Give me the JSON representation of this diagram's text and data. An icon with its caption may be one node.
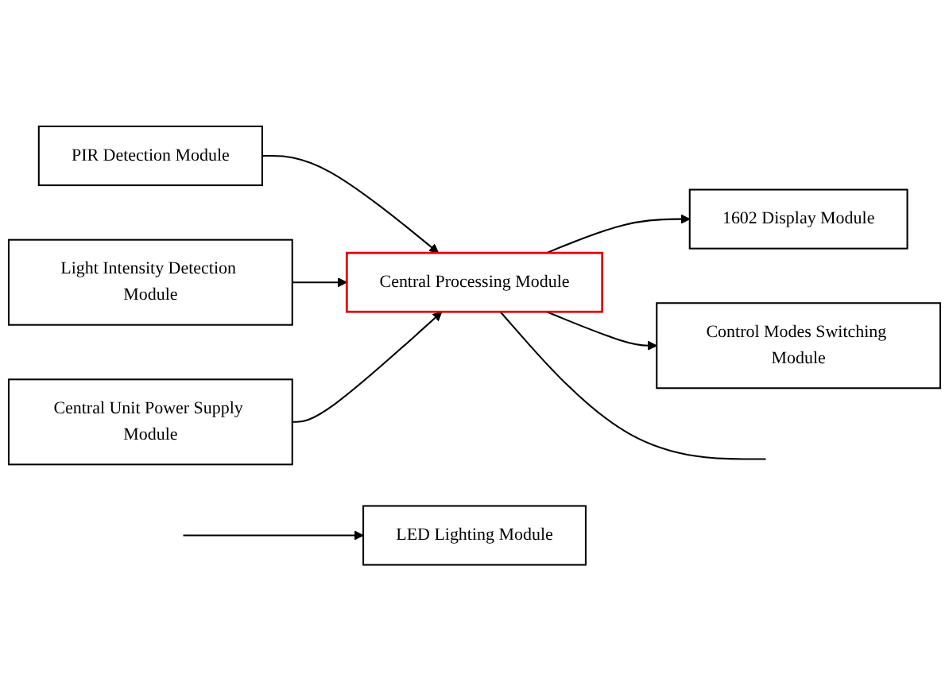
{
  "diagram": {
    "nodes": [
      {
        "text": [
          "1602 Display Module"
        ]
      },
      {
        "text": [
          "PIR Detection Module"
        ]
      },
      {
        "text": [
          "Light Intensity Detection Module"
        ]
      },
      {
        "text": [
          "Central Processing Module"
        ]
      },
      {
        "text": [
          "Central Unit Power Supply Module"
        ]
      },
      {
        "text": [
          "Control Modes Switching Module"
        ]
      },
      {
        "text": [
          "LED Lighting Module"
        ]
      }
    ],
    "edges": [
      {
        "from": 1,
        "to": 3,
        "arrow": "to"
      },
      {
        "from": 2,
        "to": 3,
        "arrow": "to"
      },
      {
        "from": 4,
        "to": 3,
        "arrow": "to"
      },
      {
        "from": 3,
        "to": 0,
        "arrow": "to"
      },
      {
        "from": 3,
        "to": 5,
        "arrow": "to"
      },
      {
        "from": 3,
        "to": null,
        "arrow": "none"
      },
      {
        "from": null,
        "to": 6,
        "arrow": "to"
      }
    ]
  }
}
